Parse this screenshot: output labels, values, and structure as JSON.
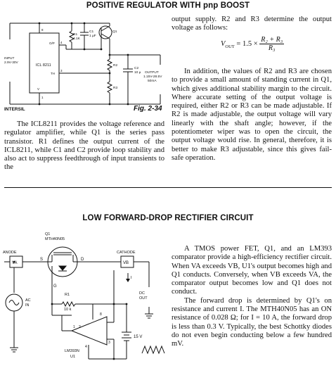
{
  "section1": {
    "title": "POSITIVE REGULATOR WITH pnp BOOST",
    "source": "INTERSIL",
    "figure": "Fig. 2-34",
    "circuit_labels": {
      "ic": "ICL 8211",
      "r1": "R1",
      "r1_val": "4.1K",
      "c1": "C1",
      "c1_val": "1 µF",
      "q1": "Q1",
      "r2": "R2",
      "r3": "R3",
      "c2": "C2",
      "c2_val": "10 µ",
      "input_label": "INPUT",
      "input_range": "2.9V-30V",
      "output_label": "OUTPUT",
      "output_range": "1.15V-28.5V",
      "output_current": "50mA",
      "pin8": "8",
      "pin4": "4",
      "pin3": "3",
      "pin1": "1",
      "pin_o": "O/P",
      "pin_th": "TH",
      "pin_v": "V"
    },
    "text_right": {
      "p1": "output supply. R2 and R3 determine the output voltage as follows:",
      "eq_lhs": "V",
      "eq_sub": "OUT",
      "eq_mid": " = 1.5 ×",
      "eq_num": "R₂ + R₃",
      "eq_den": "R₃",
      "p2": "In addition, the values of R2 and R3 are chosen to provide a small amount of standing current in Q1, which gives additional stability margin to the circuit. Where accurate setting of the output voltage is required, either R2 or R3 can be made adjustable. If R2 is made adjustable, the output voltage will vary linearly with the shaft angle; however, if the potentiometer wiper was to open the circuit, the output voltage would rise. In general, therefore, it is better to make R3 adjustable, since this gives fail-safe operation."
    },
    "text_left": "The ICL8211 provides the voltage reference and regulator amplifier, while Q1 is the series pass transistor. R1 defines the output current of the ICL8211, while C1 and C2 provide loop stability and also act to suppress feedthrough of input transients to the"
  },
  "section2": {
    "title": "LOW FORWARD-DROP RECTIFIER CIRCUIT",
    "circuit_labels": {
      "q1": "Q1",
      "q1_part": "MTH40N05",
      "anode": "ANODE",
      "cathode": "CATHODE",
      "va": "VA",
      "vb": "VB",
      "s": "S",
      "d": "D",
      "g": "G",
      "r1": "R1",
      "r1_val": "10 k",
      "ac_in_1": "AC",
      "ac_in_2": "IN",
      "dc_out_1": "DC",
      "dc_out_2": "OUT",
      "i_label": "I",
      "supply": "15 V",
      "u1_part": "LM393N",
      "u1": "U1",
      "pin8": "8",
      "pin1": "1",
      "pin2": "2",
      "pin3": "3",
      "pin4": "4"
    },
    "p1": "A TMOS power FET, Q1, and an LM393 comparator provide a high-efficiency rectifier circuit. When VA exceeds VB, U1's output becomes high and Q1 conducts. Conversely, when VB exceeds VA, the comparator output becomes low and Q1 does not conduct.",
    "p2": "The forward drop is determined by Q1's on resistance and current I. The MTH40N05 has an ON resistance of 0.028 Ω; for I = 10 A, the forward drop is less than 0.3 V. Typically, the best Schottky diodes do not even begin conducting below a few hundred mV."
  }
}
